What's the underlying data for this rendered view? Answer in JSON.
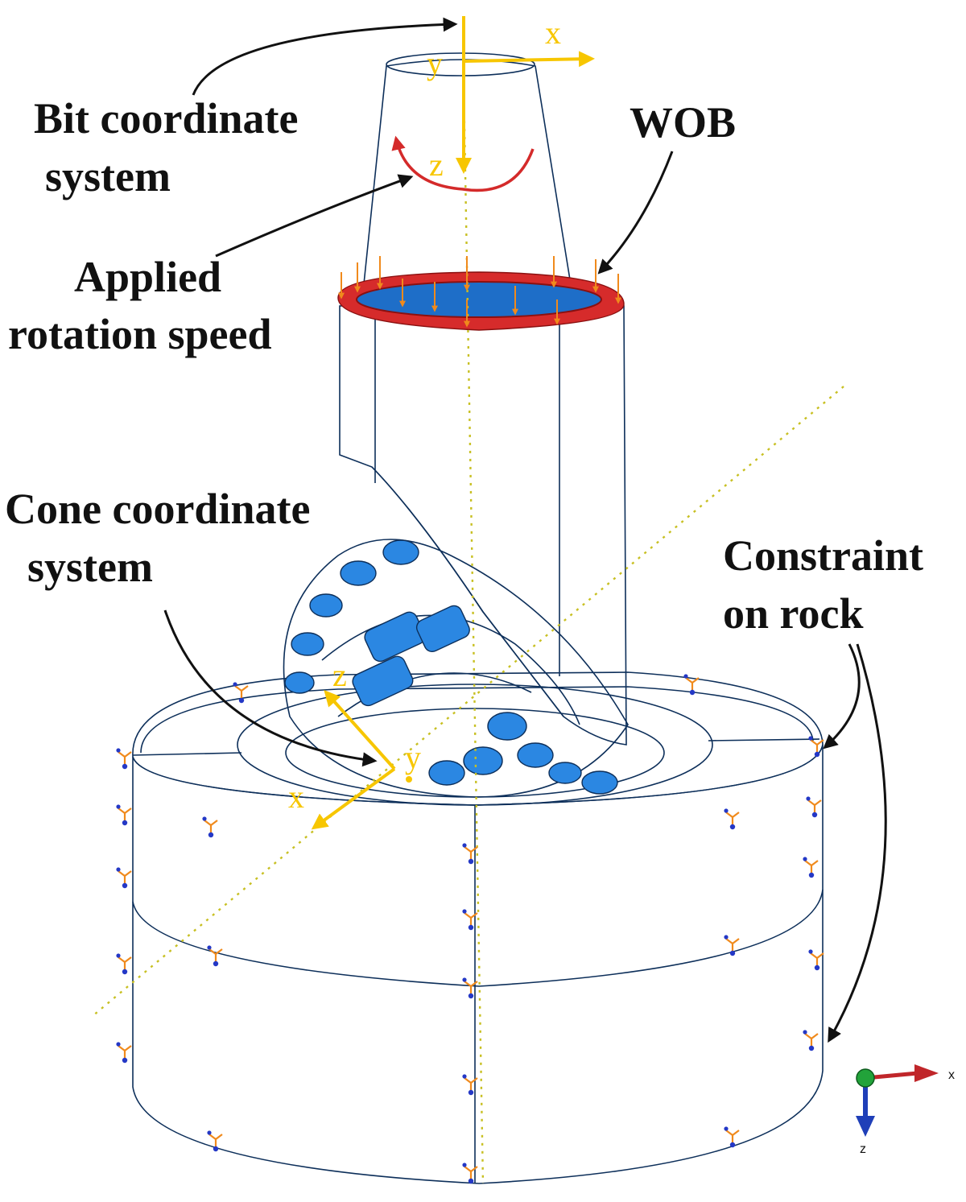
{
  "annotations": {
    "bit_cs_line1": "Bit coordinate",
    "bit_cs_line2": "system",
    "wob": "WOB",
    "applied_line1": "Applied",
    "applied_line2": "rotation speed",
    "cone_cs_line1": "Cone coordinate",
    "cone_cs_line2": "system",
    "constraint_line1": "Constraint",
    "constraint_line2": "on rock"
  },
  "bit_axes": {
    "x": "x",
    "y": "y",
    "z": "z"
  },
  "cone_axes": {
    "x": "x",
    "y": "y",
    "z": "z"
  },
  "global_triad": {
    "x": "x",
    "z": "z"
  },
  "colors": {
    "model_blue": "#1a6fcc",
    "model_dark": "#0f4f99",
    "axis_yellow": "#f7c600",
    "load_orange": "#f08a1c",
    "rotation_red": "#d42a2a",
    "triad_red": "#c0262a",
    "triad_blue": "#1f3fb8",
    "triad_green": "#22a33a"
  }
}
